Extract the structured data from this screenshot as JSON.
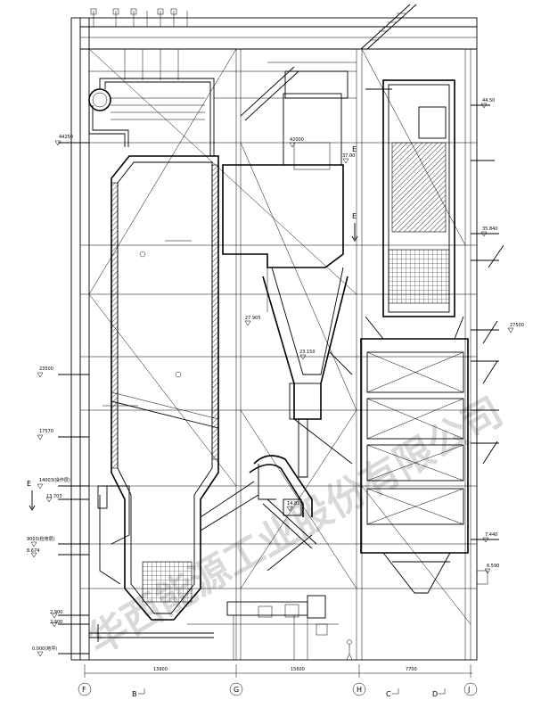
{
  "axes": {
    "labels": [
      "F",
      "B",
      "G",
      "H",
      "C",
      "D",
      "J"
    ],
    "spacings": [
      "13900",
      "15600",
      "7700"
    ]
  },
  "elevations": {
    "left": [
      "44250",
      "23500",
      "17570",
      "14003(操作层)",
      "13.703",
      "9003(检修层)",
      "8.674",
      "2.900",
      "2.300",
      "0.000(地坪)"
    ],
    "right": [
      "44.50",
      "35.840",
      "27500",
      "7.440",
      "6.590"
    ],
    "center": [
      "42000",
      "37.00",
      "27.905",
      "23.150",
      "14.837"
    ]
  },
  "section_marks": [
    "E",
    "E",
    "E"
  ],
  "watermark": "华西能源工业股份有限公司"
}
